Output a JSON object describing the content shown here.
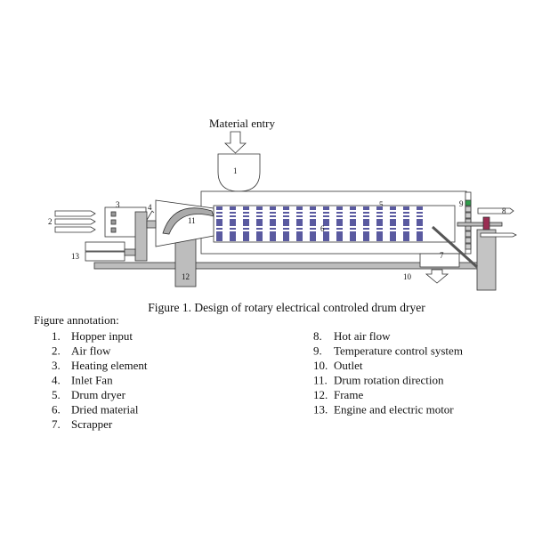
{
  "diagram": {
    "material_entry": "Material entry",
    "labels": {
      "l1": "1",
      "l2": "2",
      "l3": "3",
      "l4": "4",
      "l5": "5",
      "l6": "6",
      "l7": "7",
      "l8": "8",
      "l9": "9",
      "l10": "10",
      "l11": "11",
      "l12": "12",
      "l13": "13"
    },
    "colors": {
      "drum_stripe": "#5a5aa0",
      "frame": "#bdbdbd",
      "sensor": "#2e9e4a",
      "coupling": "#9a2d52"
    }
  },
  "caption": "Figure 1. Design of rotary electrical controled drum dryer",
  "annotation": {
    "heading": "Figure annotation:",
    "left": [
      {
        "num": "1.",
        "text": "Hopper input"
      },
      {
        "num": "2.",
        "text": "Air flow"
      },
      {
        "num": "3.",
        "text": "Heating element"
      },
      {
        "num": "4.",
        "text": "Inlet Fan"
      },
      {
        "num": "5.",
        "text": "Drum dryer"
      },
      {
        "num": "6.",
        "text": "Dried material"
      },
      {
        "num": "7.",
        "text": "Scrapper"
      }
    ],
    "right": [
      {
        "num": "8.",
        "text": "Hot air flow"
      },
      {
        "num": "9.",
        "text": "Temperature control system"
      },
      {
        "num": "10.",
        "text": "Outlet"
      },
      {
        "num": "11.",
        "text": "Drum rotation direction"
      },
      {
        "num": "12.",
        "text": "Frame"
      },
      {
        "num": "13.",
        "text": "Engine and electric motor"
      }
    ]
  }
}
